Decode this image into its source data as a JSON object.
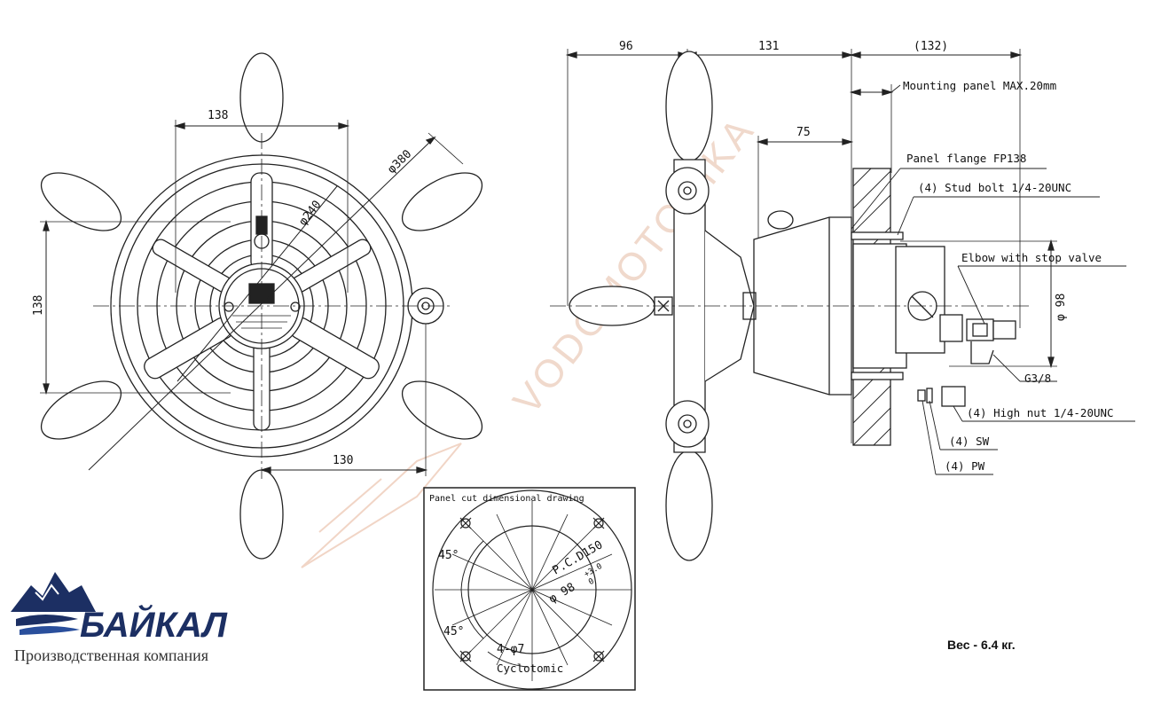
{
  "front_view": {
    "dim_top": "138",
    "dim_left": "138",
    "dim_bottom": "130",
    "dim_outer_dia": "φ380",
    "dim_inner_dia": "φ240"
  },
  "side_view": {
    "dim_96": "96",
    "dim_131": "131",
    "dim_132": "(132)",
    "dim_75": "75",
    "dim_98": "φ 98",
    "mounting_panel": "Mounting panel MAX.20mm",
    "panel_flange": "Panel flange FP138",
    "stud_bolt": "(4) Stud bolt 1/4-20UNC",
    "elbow": "Elbow with stop valve",
    "g38": "G3/8",
    "high_nut": "(4) High nut 1/4-20UNC",
    "sw": "(4) SW",
    "pw": "(4) PW"
  },
  "panel_cut": {
    "title": "Panel cut dimensional drawing",
    "pcd": "P.C.D150",
    "bore": "φ 98",
    "tolerance": "+3.0",
    "tolerance_low": "0",
    "angle_top": "45°",
    "angle_bottom": "45°",
    "holes": "4-φ7",
    "footer": "Cyclotomic"
  },
  "logo": {
    "name": "БАЙКАЛ",
    "subtitle": "Производственная компания",
    "colors": {
      "navy": "#1c2f63",
      "blue": "#2a4f9c"
    }
  },
  "watermark": "VODOMOTORIKA",
  "weight_note": "Вес - 6.4 кг."
}
